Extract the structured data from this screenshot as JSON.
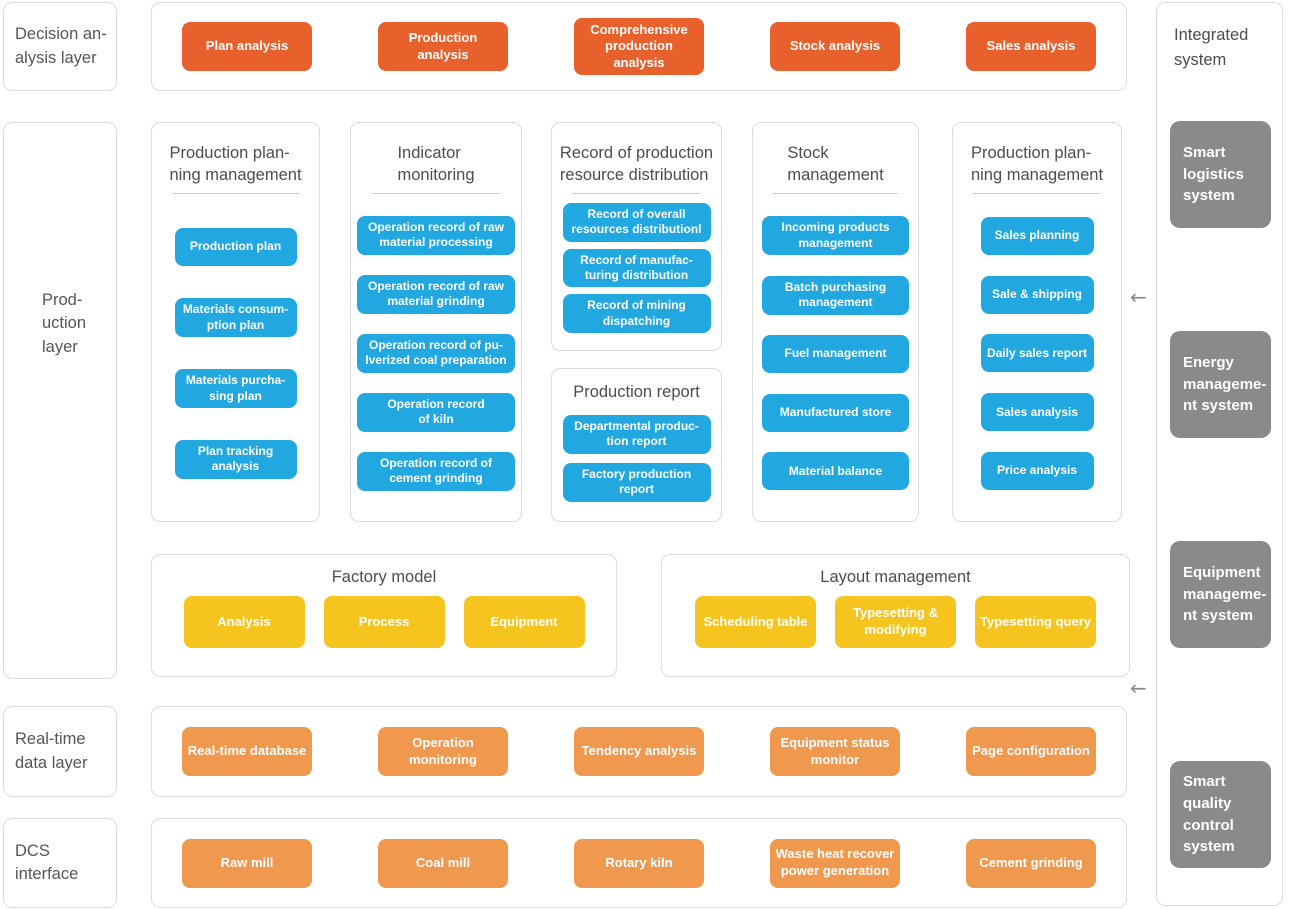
{
  "palette": {
    "orange": "#E8612C",
    "blue": "#21A8E1",
    "yellow": "#F5C41F",
    "light_orange": "#F0984E",
    "gray": "#8A8A8A",
    "border": "#DCDCDC",
    "heading": "#4D4D4D",
    "label": "#565656",
    "underline": "#CCCCCC"
  },
  "left_layers": {
    "decision": "Decision an-\nalysis layer",
    "production": "Prod-\nuction\nlayer",
    "realtime": "Real-time\ndata layer",
    "dcs": "DCS\ninterface"
  },
  "decision_row": {
    "buttons": [
      "Plan analysis",
      "Production analysis",
      "Comprehensive\nproduction analysis",
      "Stock analysis",
      "Sales analysis"
    ]
  },
  "production_layer": {
    "columns": [
      {
        "title": "Production plan-\nning management",
        "buttons": [
          "Production plan",
          "Materials consum-\nption plan",
          "Materials purcha-\nsing plan",
          "Plan tracking\nanalysis"
        ]
      },
      {
        "title": "Indicator\nmonitoring",
        "buttons": [
          "Operation record of raw\nmaterial processing",
          "Operation record of raw\nmaterial grinding",
          "Operation record of pu-\nlverized coal preparation",
          "Operation record\nof kiln",
          "Operation record of\ncement grinding"
        ]
      },
      {
        "title": "Record of production\nresource distribution",
        "buttons": [
          "Record of overall\nresources distributionl",
          "Record of manufac-\nturing distribution",
          "Record of mining\ndispatching"
        ]
      },
      {
        "title": "Production report",
        "buttons": [
          "Departmental produc-\ntion report",
          "Factory production\nreport"
        ]
      },
      {
        "title": "Stock\nmanagement",
        "buttons": [
          "Incoming products\nmanagement",
          "Batch purchasing\nmanagement",
          "Fuel management",
          "Manufactured store",
          "Material balance"
        ]
      },
      {
        "title": "Production plan-\nning management",
        "buttons": [
          "Sales planning",
          "Sale & shipping",
          "Daily sales report",
          "Sales analysis",
          "Price analysis"
        ]
      }
    ]
  },
  "factory_model": {
    "title": "Factory model",
    "buttons": [
      "Analysis",
      "Process",
      "Equipment"
    ]
  },
  "layout_management": {
    "title": "Layout management",
    "buttons": [
      "Scheduling table",
      "Typesetting &\nmodifying",
      "Typesetting query"
    ]
  },
  "realtime_row": {
    "buttons": [
      "Real-time database",
      "Operation monitoring",
      "Tendency analysis",
      "Equipment status\nmonitor",
      "Page configuration"
    ]
  },
  "dcs_row": {
    "buttons": [
      "Raw mill",
      "Coal mill",
      "Rotary kiln",
      "Waste heat recover\npower generation",
      "Cement grinding"
    ]
  },
  "integrated_panel": {
    "title": "Integrated\nsystem",
    "systems": [
      "Smart\nlogistics\nsystem",
      "Energy\nmanageme-\nnt system",
      "Equipment\nmanageme-\nnt system",
      "Smart\nquality\ncontrol\nsystem"
    ]
  },
  "arrows": {
    "glyph": "←"
  }
}
